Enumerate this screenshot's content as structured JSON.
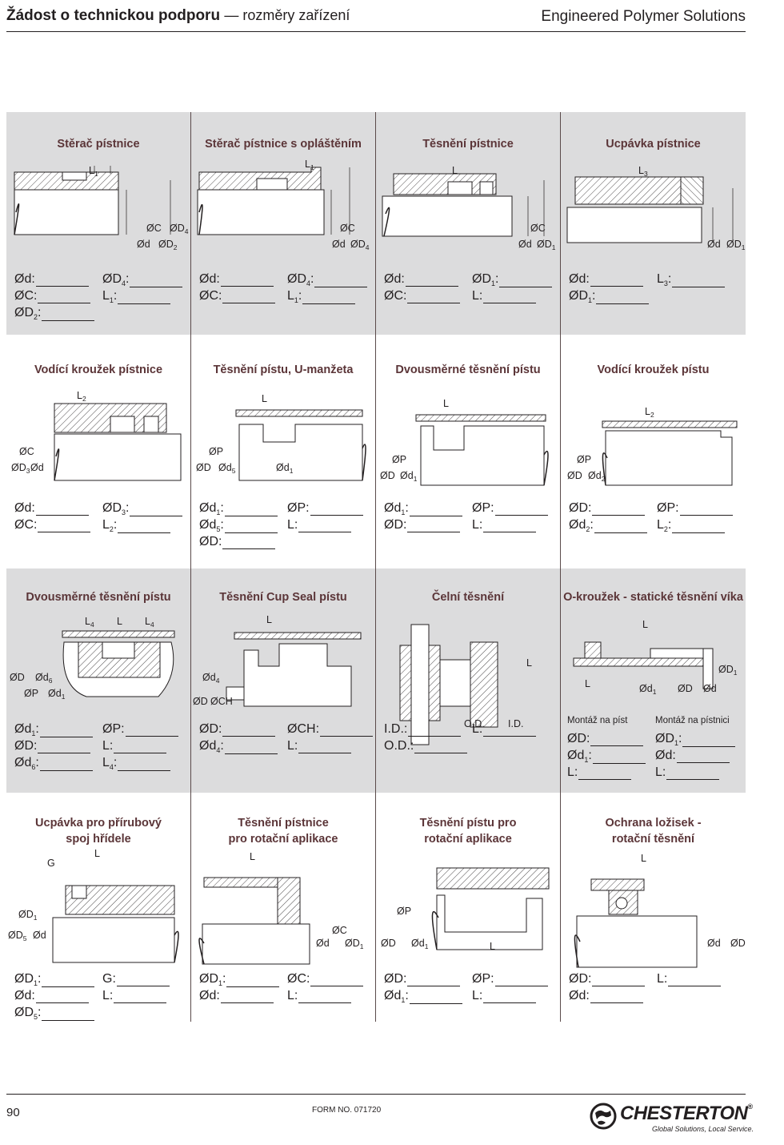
{
  "header": {
    "title": "Žádost o technickou podporu",
    "subtitle": "— rozměry zařízení",
    "brand": "Engineered Polymer Solutions"
  },
  "footer": {
    "page_number": "90",
    "form_number": "FORM  NO. 071720",
    "logo_text": "CHESTERTON",
    "logo_reg": "®",
    "tagline": "Global Solutions, Local Service."
  },
  "rows": [
    {
      "cells": [
        {
          "title": [
            "Stěrač pístnice"
          ],
          "labels": [
            [
              "L",
              "1"
            ],
            [
              "ØC",
              ""
            ],
            [
              "ØD",
              "4"
            ],
            [
              "Ød",
              ""
            ],
            [
              "ØD",
              "2"
            ]
          ],
          "fields": [
            [
              "Ød",
              ""
            ],
            [
              "ØD",
              "4"
            ],
            [
              "ØC",
              ""
            ],
            [
              "L",
              "1"
            ],
            [
              "ØD",
              "2"
            ]
          ]
        },
        {
          "title": [
            "Stěrač pístnice  s opláštěním"
          ],
          "labels": [
            [
              "L",
              "1"
            ],
            [
              "ØC",
              ""
            ],
            [
              "Ød",
              ""
            ],
            [
              "ØD",
              "4"
            ]
          ],
          "fields": [
            [
              "Ød",
              ""
            ],
            [
              "ØD",
              "4"
            ],
            [
              "ØC",
              ""
            ],
            [
              "L",
              "1"
            ]
          ]
        },
        {
          "title": [
            "Těsnění pístnice"
          ],
          "labels": [
            [
              "L",
              ""
            ],
            [
              "ØC",
              ""
            ],
            [
              "Ød",
              ""
            ],
            [
              "ØD",
              "1"
            ]
          ],
          "fields": [
            [
              "Ød",
              ""
            ],
            [
              "ØD",
              "1"
            ],
            [
              "ØC",
              ""
            ],
            [
              "L",
              ""
            ]
          ]
        },
        {
          "title": [
            "Ucpávka pístnice"
          ],
          "labels": [
            [
              "L",
              "3"
            ],
            [
              "Ød",
              ""
            ],
            [
              "ØD",
              "1"
            ]
          ],
          "fields": [
            [
              "Ød",
              ""
            ],
            [
              "L",
              "3"
            ],
            [
              "ØD",
              "1"
            ]
          ]
        }
      ]
    },
    {
      "cells": [
        {
          "title": [
            "Vodící kroužek pístnice"
          ],
          "labels": [
            [
              "L",
              "2"
            ],
            [
              "ØC",
              ""
            ],
            [
              "ØD",
              "3"
            ],
            [
              "Ød",
              ""
            ]
          ],
          "fields": [
            [
              "Ød",
              ""
            ],
            [
              "ØD",
              "3"
            ],
            [
              "ØC",
              ""
            ],
            [
              "L",
              "2"
            ]
          ]
        },
        {
          "title": [
            "Těsnění pístu, U-manžeta"
          ],
          "labels": [
            [
              "L",
              ""
            ],
            [
              "ØP",
              ""
            ],
            [
              "ØD",
              ""
            ],
            [
              "Ød",
              "5"
            ],
            [
              "Ød",
              "1"
            ]
          ],
          "fields": [
            [
              "Ød",
              "1"
            ],
            [
              "ØP",
              ""
            ],
            [
              "Ød",
              "5"
            ],
            [
              "L",
              ""
            ],
            [
              "ØD",
              ""
            ]
          ]
        },
        {
          "title": [
            "Dvousměrné těsnění pístu"
          ],
          "labels": [
            [
              "L",
              ""
            ],
            [
              "ØP",
              ""
            ],
            [
              "ØD",
              ""
            ],
            [
              "Ød",
              "1"
            ]
          ],
          "fields": [
            [
              "Ød",
              "1"
            ],
            [
              "ØP",
              ""
            ],
            [
              "ØD",
              ""
            ],
            [
              "L",
              ""
            ]
          ]
        },
        {
          "title": [
            "Vodící kroužek pístu"
          ],
          "labels": [
            [
              "L",
              "2"
            ],
            [
              "ØP",
              ""
            ],
            [
              "ØD",
              ""
            ],
            [
              "Ød",
              "2"
            ]
          ],
          "fields": [
            [
              "ØD",
              ""
            ],
            [
              "ØP",
              ""
            ],
            [
              "Ød",
              "2"
            ],
            [
              "L",
              "2"
            ]
          ]
        }
      ]
    },
    {
      "cells": [
        {
          "title": [
            "Dvousměrné těsnění pístu"
          ],
          "labels": [
            [
              "L",
              "4"
            ],
            [
              "L",
              ""
            ],
            [
              "L",
              "4"
            ],
            [
              "ØD",
              ""
            ],
            [
              "Ød",
              "6"
            ],
            [
              "ØP",
              ""
            ],
            [
              "Ød",
              "1"
            ]
          ],
          "fields": [
            [
              "Ød",
              "1"
            ],
            [
              "ØP",
              ""
            ],
            [
              "ØD",
              ""
            ],
            [
              "L",
              ""
            ],
            [
              "Ød",
              "6"
            ],
            [
              "L",
              "4"
            ]
          ]
        },
        {
          "title": [
            "Těsnění Cup Seal pístu"
          ],
          "labels": [
            [
              "L",
              ""
            ],
            [
              "Ød",
              "4"
            ],
            [
              "ØD",
              ""
            ],
            [
              "ØCH",
              ""
            ]
          ],
          "fields": [
            [
              "ØD",
              ""
            ],
            [
              "ØCH",
              ""
            ],
            [
              "Ød",
              "4"
            ],
            [
              "L",
              ""
            ]
          ]
        },
        {
          "title": [
            "Čelní těsnění"
          ],
          "labels": [
            [
              "L",
              ""
            ],
            [
              "O.D.",
              ""
            ],
            [
              "I.D.",
              ""
            ]
          ],
          "fields": [
            [
              "I.D.",
              ""
            ],
            [
              "L",
              ""
            ],
            [
              "O.D.",
              ""
            ]
          ]
        },
        {
          "title": [
            "O-kroužek - statické těsnění víka"
          ],
          "labels": [
            [
              "L",
              ""
            ],
            [
              "ØD",
              "1"
            ],
            [
              "L",
              ""
            ],
            [
              "Ød",
              "1"
            ],
            [
              "ØD",
              ""
            ],
            [
              "Ød",
              ""
            ]
          ],
          "notes": [
            "Montáž na píst",
            "Montáž na pístnici"
          ],
          "fields": [
            [
              "ØD",
              ""
            ],
            [
              "ØD",
              "1"
            ],
            [
              "Ød",
              "1"
            ],
            [
              "Ød",
              ""
            ],
            [
              "L",
              ""
            ],
            [
              "L",
              ""
            ]
          ]
        }
      ]
    },
    {
      "cells": [
        {
          "title": [
            "Ucpávka pro přírubový",
            "spoj hřídele"
          ],
          "labels": [
            [
              "G",
              ""
            ],
            [
              "L",
              ""
            ],
            [
              "ØD",
              "1"
            ],
            [
              "ØD",
              "5"
            ],
            [
              "Ød",
              ""
            ]
          ],
          "fields": [
            [
              "ØD",
              "1"
            ],
            [
              "G",
              ""
            ],
            [
              "Ød",
              ""
            ],
            [
              "L",
              ""
            ],
            [
              "ØD",
              "5"
            ]
          ]
        },
        {
          "title": [
            "Těsnění pístnice",
            "pro rotační aplikace"
          ],
          "labels": [
            [
              "L",
              ""
            ],
            [
              "ØC",
              ""
            ],
            [
              "Ød",
              ""
            ],
            [
              "ØD",
              "1"
            ]
          ],
          "fields": [
            [
              "ØD",
              "1"
            ],
            [
              "ØC",
              ""
            ],
            [
              "Ød",
              ""
            ],
            [
              "L",
              ""
            ]
          ]
        },
        {
          "title": [
            "Těsnění pístu pro",
            "rotační aplikace"
          ],
          "labels": [
            [
              "ØP",
              ""
            ],
            [
              "ØD",
              ""
            ],
            [
              "Ød",
              "1"
            ],
            [
              "L",
              ""
            ]
          ],
          "fields": [
            [
              "ØD",
              ""
            ],
            [
              "ØP",
              ""
            ],
            [
              "Ød",
              "1"
            ],
            [
              "L",
              ""
            ]
          ]
        },
        {
          "title": [
            "Ochrana ložisek -",
            "rotační těsnění"
          ],
          "labels": [
            [
              "L",
              ""
            ],
            [
              "Ød",
              ""
            ],
            [
              "ØD",
              ""
            ]
          ],
          "fields": [
            [
              "ØD",
              ""
            ],
            [
              "L",
              ""
            ],
            [
              "Ød",
              ""
            ]
          ]
        }
      ]
    }
  ]
}
